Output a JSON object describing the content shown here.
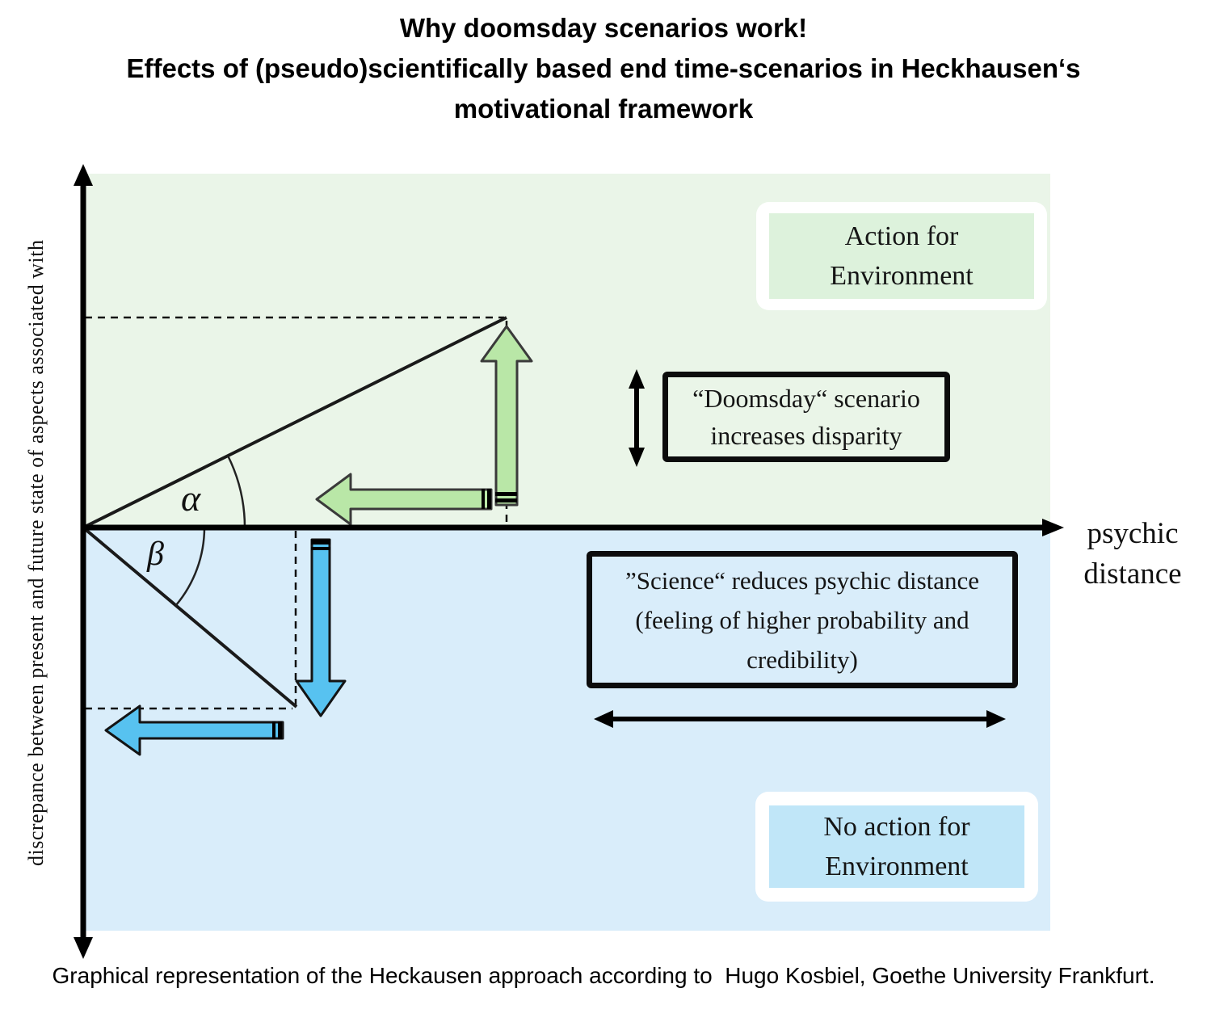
{
  "title": {
    "line1": "Why doomsday scenarios work!",
    "line2": "Effects of (pseudo)scientifically based end time-scenarios in Heckhausen‘s",
    "line3": "motivational framework"
  },
  "axes": {
    "y_label": "discrepance between present and future state of aspects associated with",
    "x_label_line1": "psychic",
    "x_label_line2": "distance"
  },
  "angles": {
    "alpha": "α",
    "beta": "β"
  },
  "regions": {
    "action": {
      "line1": "Action for",
      "line2": "Environment"
    },
    "no_action": {
      "line1": "No action for",
      "line2": "Environment"
    }
  },
  "callouts": {
    "doomsday": {
      "line1": "“Doomsday“ scenario",
      "line2": "increases disparity"
    },
    "science": {
      "line1": "”Science“ reduces psychic distance",
      "line2": "(feeling of higher probability and",
      "line3": "credibility)"
    }
  },
  "caption": "Graphical representation of the Heckausen approach according to  Hugo Kosbiel, Goethe University Frankfurt.",
  "colors": {
    "green_bg": "#eaf5e8",
    "blue_bg": "#d9edfa",
    "action_fill": "#ddf2dc",
    "no_action_fill": "#c0e6f8",
    "green_arrow": "#b9e7a7",
    "blue_arrow": "#57c2f0",
    "line": "#000000"
  }
}
